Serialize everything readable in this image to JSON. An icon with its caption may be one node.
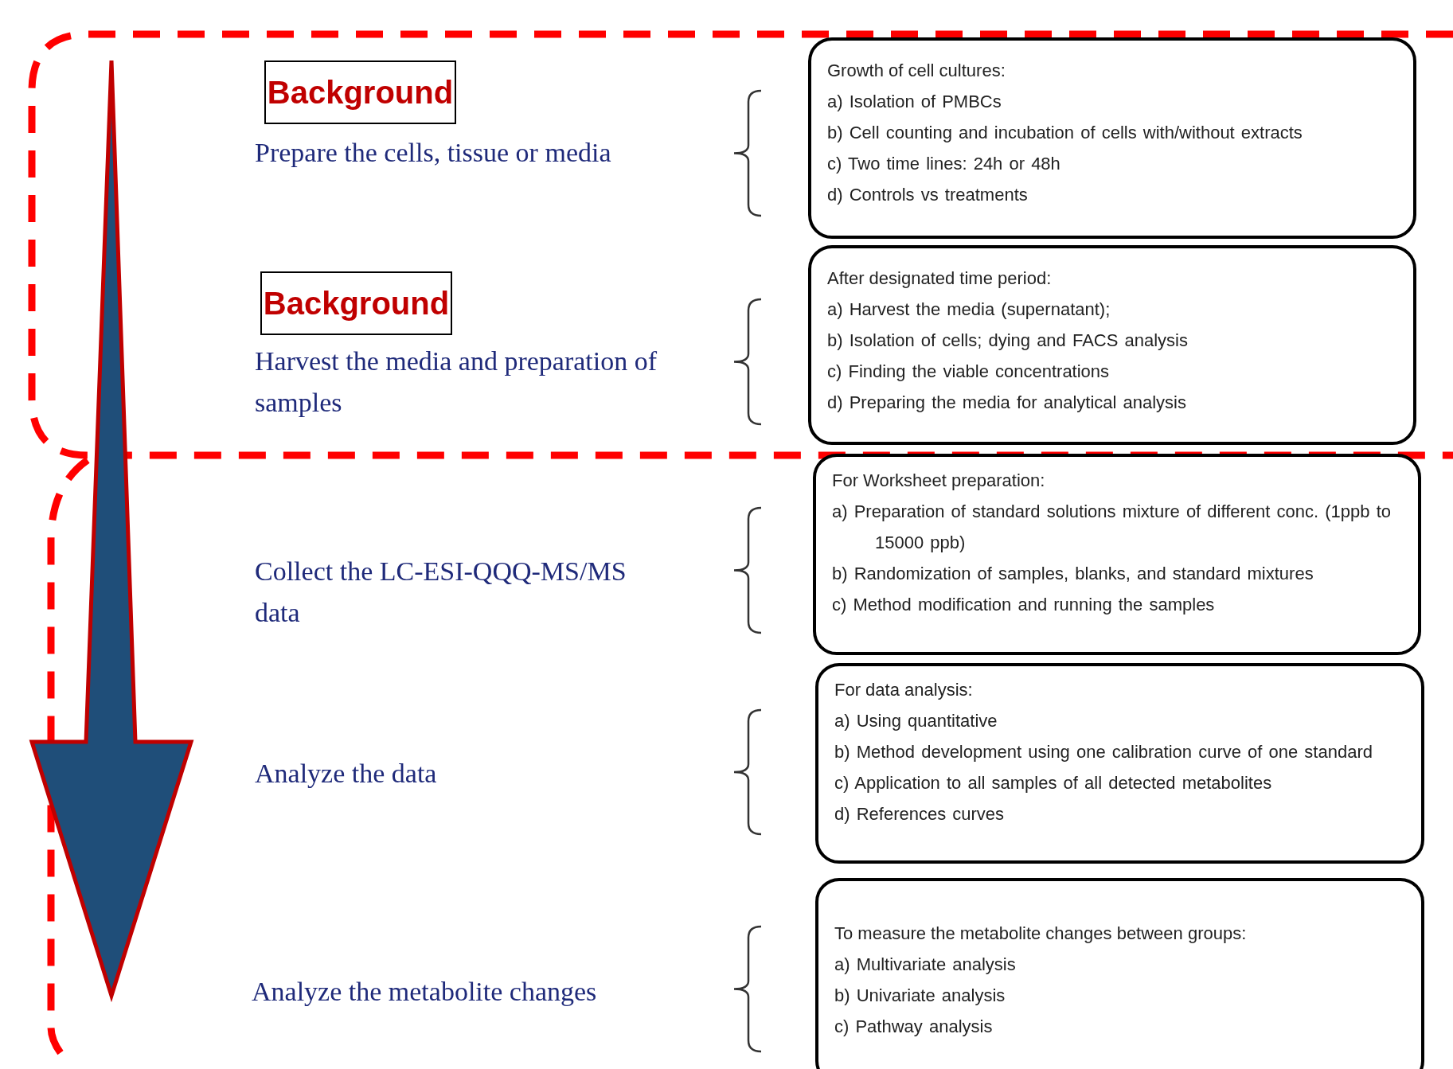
{
  "diagram": {
    "nodes": [
      {
        "text": [
          "Background"
        ]
      },
      {
        "text": [
          "Background"
        ]
      },
      {
        "text": [
          "Growth of cell cultures:",
          "a) Isolation of PMBCs",
          "b) Cell counting and incubation of cells with/without extracts",
          "c) Two time lines: 24h or 48h",
          "d) Controls vs treatments"
        ]
      },
      {
        "text": [
          "After designated time period:",
          "a) Harvest the media (supernatant);",
          "b) Isolation of cells; dying and FACS analysis",
          "c) Finding the viable concentrations",
          "d) Preparing the media for analytical analysis"
        ]
      },
      {
        "text": [
          "For Worksheet preparation:",
          "a) Preparation of standard solutions mixture of different conc. (1ppb to 15000 ppb)",
          "b) Randomization of samples, blanks, and standard mixtures",
          "c) Method modification and running the samples"
        ]
      },
      {
        "text": [
          "For data analysis:",
          "a) Using quantitative",
          "b) Method development using one calibration curve of one standard",
          "c) Application to all samples of all detected metabolites",
          "d) References curves"
        ]
      },
      {
        "text": [
          "To measure the metabolite changes between groups:",
          "a) Multivariate analysis",
          "b) Univariate analysis",
          "c) Pathway analysis"
        ]
      }
    ],
    "edges": [],
    "labels": [
      "Prepare the cells, tissue or media",
      "Harvest the media and preparation of samples",
      "Collect the LC-ESI-QQQ-MS/MS data",
      "Analyze the data",
      "Analyze the metabolite changes"
    ]
  }
}
